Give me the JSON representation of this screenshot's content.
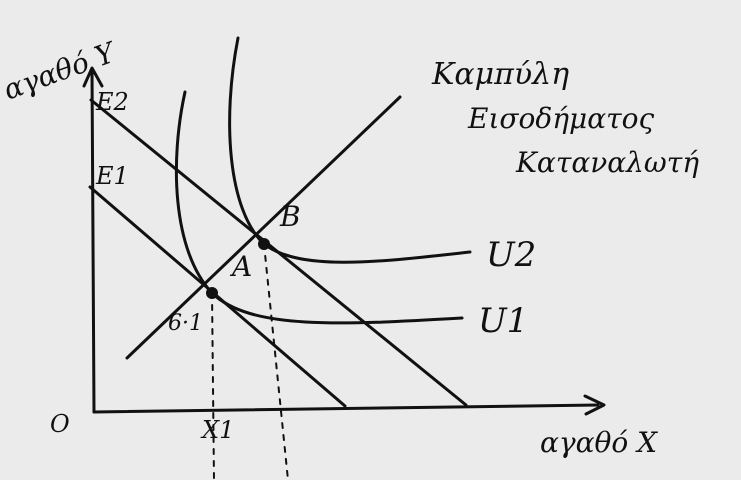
{
  "diagram": {
    "axis_y_label": "αγαθό Υ",
    "axis_x_label": "αγαθό Χ",
    "origin_label": "O",
    "budget_line_1_label": "Ε1",
    "budget_line_2_label": "Ε2",
    "point_a_label": "A",
    "point_b_label": "B",
    "point_a_y_label": "6·1",
    "point_a_x_label": "Χ1",
    "indifference_1_label": "U1",
    "indifference_2_label": "U2",
    "income_curve_label_line1": "Καμπύλη",
    "income_curve_label_line2": "Εισοδήματος",
    "income_curve_label_line3": "Καταναλωτή"
  }
}
